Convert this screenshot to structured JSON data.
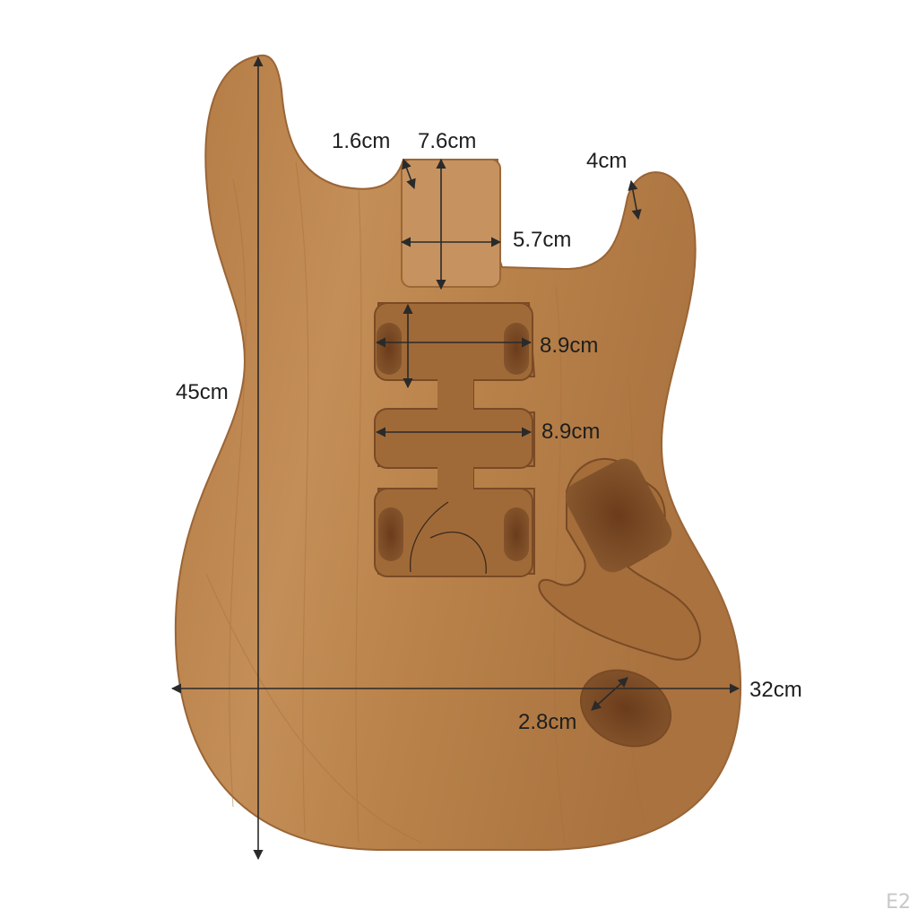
{
  "dimensions": {
    "overall_length": "45cm",
    "overall_width": "32cm",
    "neck_pocket_width": "7.6cm",
    "neck_pocket_depth": "5.7cm",
    "cutaway_gap": "1.6cm",
    "horn_gap": "4cm",
    "neck_pickup_cavity": "8.9cm",
    "bridge_pickup_cavity": "8.9cm",
    "jack_hole": "2.8cm"
  },
  "watermark": "E2",
  "colors": {
    "wood": "#b9824a",
    "wood_light": "#c99460",
    "wood_dark": "#8e5a2e",
    "cavity": "#7a4a25",
    "arrow": "#2a2a2a"
  }
}
